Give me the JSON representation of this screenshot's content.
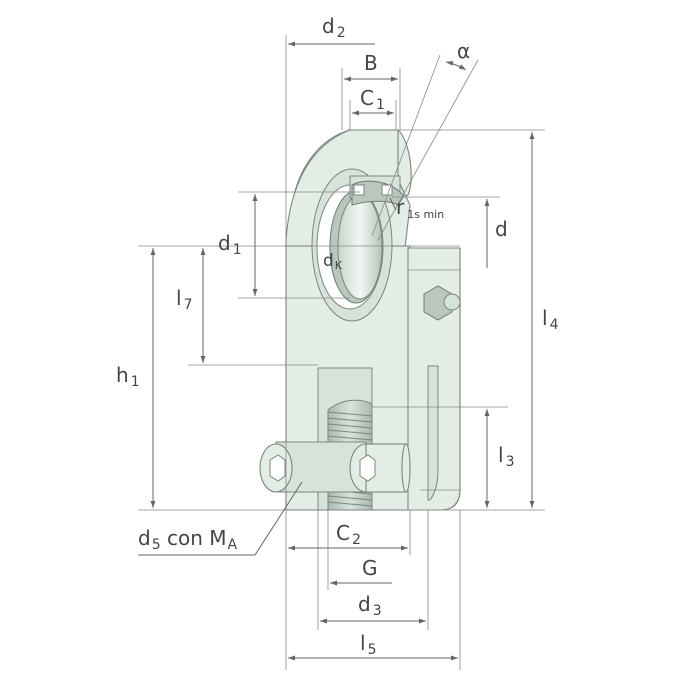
{
  "labels": {
    "d2": {
      "main": "d",
      "sub": "2"
    },
    "B": {
      "main": "B"
    },
    "alpha": {
      "main": "α"
    },
    "C1": {
      "main": "C",
      "sub": "1"
    },
    "r1smin": {
      "main": "r",
      "sub": "1s min"
    },
    "d": {
      "main": "d"
    },
    "d1": {
      "main": "d",
      "sub": "1"
    },
    "dK": {
      "main": "d",
      "sub": "K"
    },
    "l7": {
      "main": "l",
      "sub": "7"
    },
    "l4": {
      "main": "l",
      "sub": "4"
    },
    "h1": {
      "main": "h",
      "sub": "1"
    },
    "l3": {
      "main": "l",
      "sub": "3"
    },
    "d5MA": {
      "main": "d",
      "sub": "5",
      "rest": " con M",
      "sub2": "A"
    },
    "C2": {
      "main": "C",
      "sub": "2"
    },
    "G": {
      "main": "G"
    },
    "d3": {
      "main": "d",
      "sub": "3"
    },
    "l5": {
      "main": "l",
      "sub": "5"
    }
  },
  "colors": {
    "housing": "#e3ede6",
    "outline": "#7a867e",
    "dimension_line": "#666666",
    "text": "#444444"
  }
}
